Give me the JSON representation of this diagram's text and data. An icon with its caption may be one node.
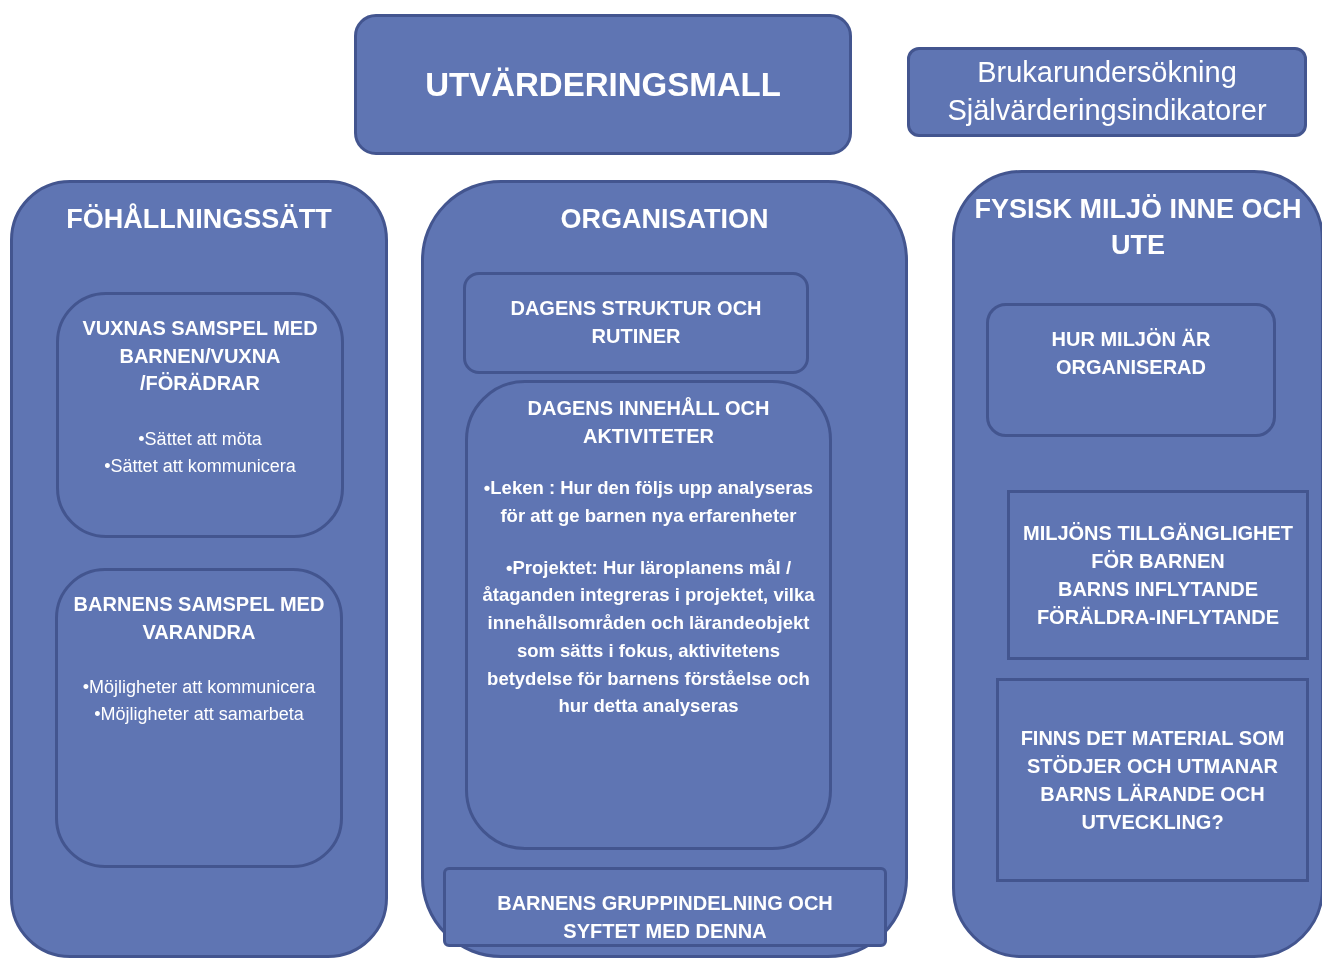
{
  "diagram": {
    "nodes": [
      {
        "text": [
          "UTVÄRDERINGSMALL"
        ]
      },
      {
        "text": [
          "Brukarundersökning",
          "Självärderingsindikatorer"
        ]
      },
      {
        "text": [
          "FÖHÅLLNINGSSÄTT"
        ]
      },
      {
        "text": [
          "VUXNAS SAMSPEL MED BARNEN/VUXNA /FÖRÄDRAR",
          "•Sättet att möta",
          "•Sättet att kommunicera"
        ],
        "in": 2
      },
      {
        "text": [
          "BARNENS SAMSPEL MED VARANDRA",
          "•Möjligheter att kommunicera",
          "•Möjligheter att samarbeta"
        ],
        "in": 2
      },
      {
        "text": [
          "ORGANISATION"
        ]
      },
      {
        "text": [
          "DAGENS STRUKTUR OCH RUTINER"
        ],
        "in": 5
      },
      {
        "text": [
          "DAGENS INNEHÅLL OCH AKTIVITETER",
          "•Leken : Hur den följs upp analyseras för att ge barnen nya erfarenheter",
          "•Projektet: Hur läroplanens mål /åtaganden integreras i projektet, vilka innehållsområden och lärandeobjekt som sätts i fokus, aktivitetens betydelse för barnens förståelse och hur detta analyseras"
        ],
        "in": 5
      },
      {
        "text": [
          "BARNENS GRUPPINDELNING OCH SYFTET MED DENNA"
        ],
        "in": 5
      },
      {
        "text": [
          "FYSISK MILJÖ INNE OCH UTE"
        ]
      },
      {
        "text": [
          "HUR MILJÖN ÄR ORGANISERAD"
        ],
        "in": 9
      },
      {
        "text": [
          "MILJÖNS TILLGÄNGLIGHET FÖR BARNEN",
          "BARNS INFLYTANDE",
          "FÖRÄLDRA-INFLYTANDE"
        ],
        "in": 9
      },
      {
        "text": [
          "FINNS DET MATERIAL SOM STÖDJER OCH UTMANAR BARNS LÄRANDE OCH UTVECKLING?"
        ],
        "in": 9
      }
    ]
  }
}
